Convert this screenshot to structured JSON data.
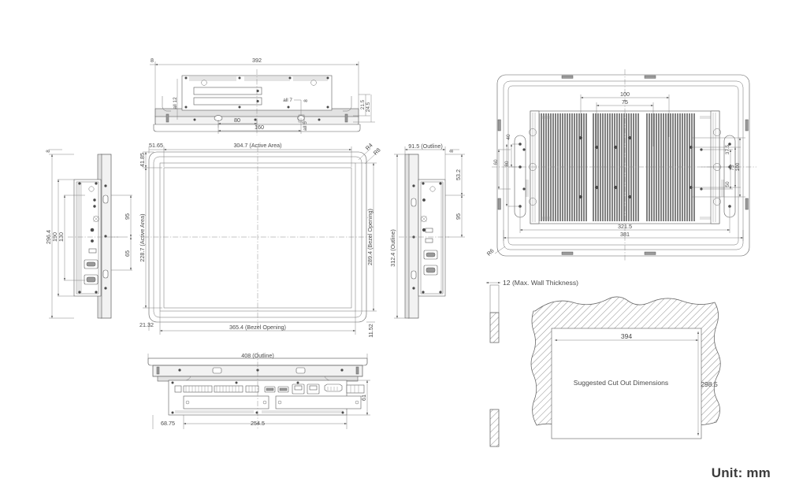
{
  "drawing": {
    "unit_label": "Unit: mm",
    "views": {
      "top": {
        "name": "top-view",
        "dims": [
          "8",
          "392",
          "all 12",
          "all 7",
          "8",
          "21.5",
          "24.5",
          "80",
          "160",
          "all 5"
        ]
      },
      "front": {
        "name": "front-view",
        "dims": [
          "51.65",
          "304.7 (Active Area)",
          "R4",
          "R8",
          "41.85",
          "228.7 (Active Area)",
          "289.4 (Bezel Opening)",
          "21.32",
          "365.4 (Bezel Opening)",
          "11.52"
        ]
      },
      "left": {
        "name": "left-side-view",
        "dims": [
          "8",
          "296.4",
          "190",
          "130",
          "95",
          "65"
        ]
      },
      "right": {
        "name": "right-side-view",
        "dims": [
          "91.5 (Outline)",
          "8",
          "53.2",
          "95",
          "312.4 (Outline)"
        ]
      },
      "bottom": {
        "name": "bottom-view",
        "dims": [
          "408 (Outline)",
          "68.75",
          "254.5",
          "61"
        ]
      },
      "rear": {
        "name": "rear-view",
        "dims": [
          "100",
          "75",
          "40",
          "80",
          "60",
          "37.5",
          "75",
          "100",
          "50",
          "321.5",
          "381",
          "R6"
        ]
      },
      "cutout": {
        "name": "cutout-view",
        "wall_label": "12 (Max. Wall Thickness)",
        "caption": "Suggested Cut Out Dimensions",
        "width": "394",
        "height": "298.5"
      }
    }
  },
  "labels": {
    "t_8": "8",
    "t_392": "392",
    "t_all12": "all 12",
    "t_all7": "all 7",
    "t_8b": "8",
    "t_215": "21.5",
    "t_245": "24.5",
    "t_80": "80",
    "t_160": "160",
    "t_all5": "all 5",
    "f_5165": "51.65",
    "f_3047": "304.7 (Active Area)",
    "f_r4": "R4",
    "f_r8": "R8",
    "f_4185": "41.85",
    "f_2287": "228.7 (Active Area)",
    "f_2894": "289.4 (Bezel Opening)",
    "f_2132": "21.32",
    "f_3654": "365.4 (Bezel Opening)",
    "f_1152": "11.52",
    "l_8": "8",
    "l_2964": "296.4",
    "l_190": "190",
    "l_130": "130",
    "l_95": "95",
    "l_65": "65",
    "r_915": "91.5 (Outline)",
    "r_8": "8",
    "r_532": "53.2",
    "r_95": "95",
    "r_3124": "312.4 (Outline)",
    "b_408": "408 (Outline)",
    "b_6875": "68.75",
    "b_2545": "254.5",
    "b_61": "61",
    "x_100": "100",
    "x_75": "75",
    "x_40": "40",
    "x_80": "80",
    "x_60": "60",
    "x_375": "37.5",
    "x_75b": "75",
    "x_100b": "100",
    "x_50": "50",
    "x_3215": "321.5",
    "x_381": "381",
    "x_r6": "R6",
    "c_wall": "12 (Max. Wall Thickness)",
    "c_cap": "Suggested Cut Out Dimensions",
    "c_394": "394",
    "c_2985": "298.5",
    "unit": "Unit: mm"
  }
}
